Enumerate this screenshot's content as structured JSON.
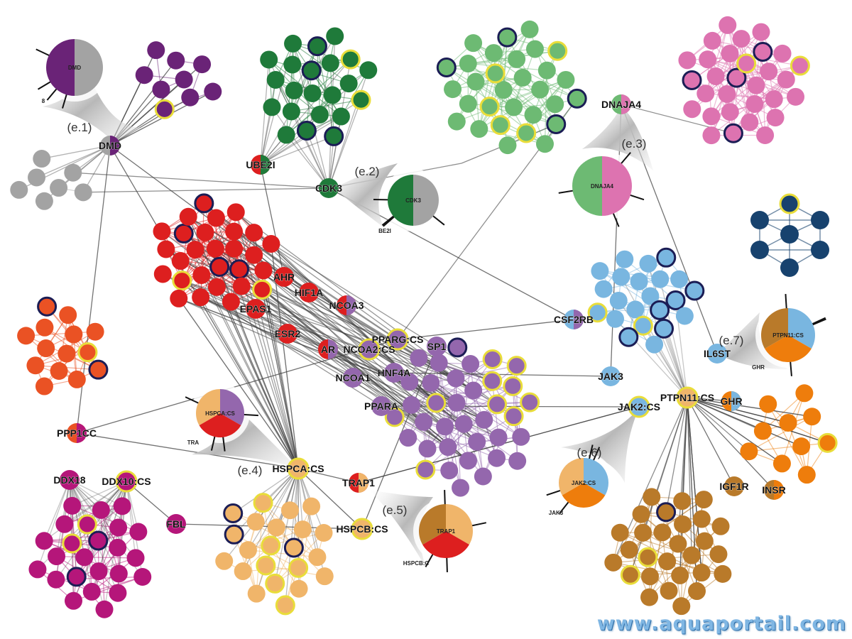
{
  "colors": {
    "purple_dark": "#6a2377",
    "gray": "#a3a3a3",
    "green_dark": "#1f7a3a",
    "green_light": "#6dba73",
    "pink": "#dd73b0",
    "red": "#dd1f1f",
    "navy": "#17426e",
    "blue_light": "#79b6e0",
    "orange_red": "#ea5224",
    "purple_light": "#9467ad",
    "magenta": "#b5167a",
    "peach": "#f0b56a",
    "orange": "#ee7d0c",
    "brown": "#b97a2a",
    "ring_yellow": "#e9dd3a",
    "ring_navy": "#1b1d55",
    "edge": "#444444"
  },
  "hubs": [
    {
      "label": "DMD"
    },
    {
      "label": "UBE2I"
    },
    {
      "label": "CDK3"
    },
    {
      "label": "DNAJA4"
    },
    {
      "label": "AHR"
    },
    {
      "label": "HIF1A"
    },
    {
      "label": "NCOA3"
    },
    {
      "label": "EPAS1"
    },
    {
      "label": "ESR2"
    },
    {
      "label": "AR"
    },
    {
      "label": "PPARG:CS"
    },
    {
      "label": "NCOA2:CS"
    },
    {
      "label": "SP1"
    },
    {
      "label": "HNF4A"
    },
    {
      "label": "NCOA1"
    },
    {
      "label": "PPARA"
    },
    {
      "label": "CSF2RB"
    },
    {
      "label": "JAK3"
    },
    {
      "label": "IL6ST"
    },
    {
      "label": "PTPN11:CS"
    },
    {
      "label": "JAK2:CS"
    },
    {
      "label": "GHR"
    },
    {
      "label": "PPP1CC"
    },
    {
      "label": "DDX18"
    },
    {
      "label": "DDX10:CS"
    },
    {
      "label": "FBL"
    },
    {
      "label": "HSPCA:CS"
    },
    {
      "label": "TRAP1"
    },
    {
      "label": "HSPCB:CS"
    },
    {
      "label": "IGF1R"
    },
    {
      "label": "INSR"
    }
  ],
  "annotations": [
    "(e.1)",
    "(e.2)",
    "(e.3)",
    "(e.4)",
    "(e.5)",
    "(e.6)",
    "(e.7)"
  ],
  "insets": [
    {
      "label": "DMD",
      "extra": "8"
    },
    {
      "label": "CDK3",
      "extra": "BE2I"
    },
    {
      "label": "DNAJA4",
      "extra": ""
    },
    {
      "label": "HSPCA:CS",
      "extra": "TRA"
    },
    {
      "label": "TRAP1",
      "extra": "HSPCB:C"
    },
    {
      "label": "JAK2:CS",
      "extra": "JAK3"
    },
    {
      "label": "PTPN11:CS",
      "extra": "GHR"
    }
  ],
  "watermark": "www.aquaportail.com"
}
